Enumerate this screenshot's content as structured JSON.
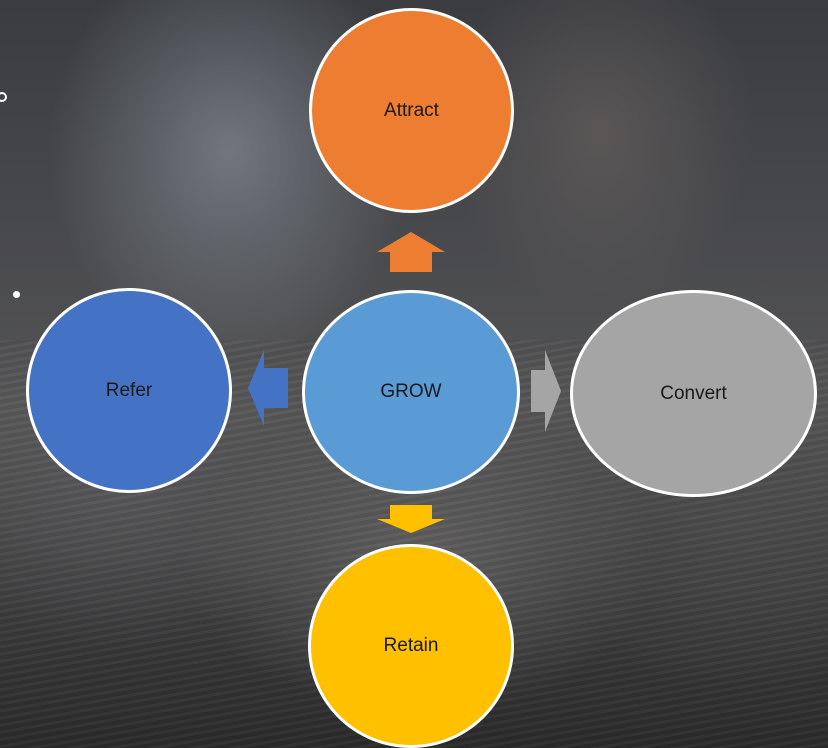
{
  "diagram": {
    "center": {
      "label": "GROW",
      "color": "#5b9bd5"
    },
    "nodes": {
      "top": {
        "label": "Attract",
        "color": "#ed7d31",
        "arrow_color": "#ed7d31"
      },
      "right": {
        "label": "Convert",
        "color": "#a5a5a5",
        "arrow_color": "#a5a5a5"
      },
      "bottom": {
        "label": "Retain",
        "color": "#ffc000",
        "arrow_color": "#ffc000"
      },
      "left": {
        "label": "Refer",
        "color": "#4472c4",
        "arrow_color": "#4472c4"
      }
    },
    "outline_color": "#ffffff"
  }
}
